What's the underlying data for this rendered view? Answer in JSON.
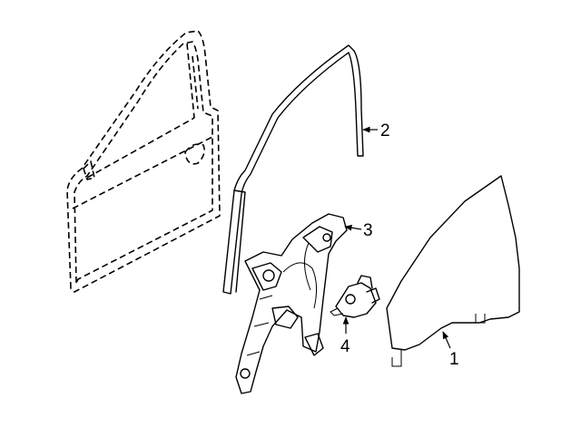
{
  "callouts": {
    "glass": "1",
    "run_channel": "2",
    "regulator": "3",
    "motor": "4"
  }
}
